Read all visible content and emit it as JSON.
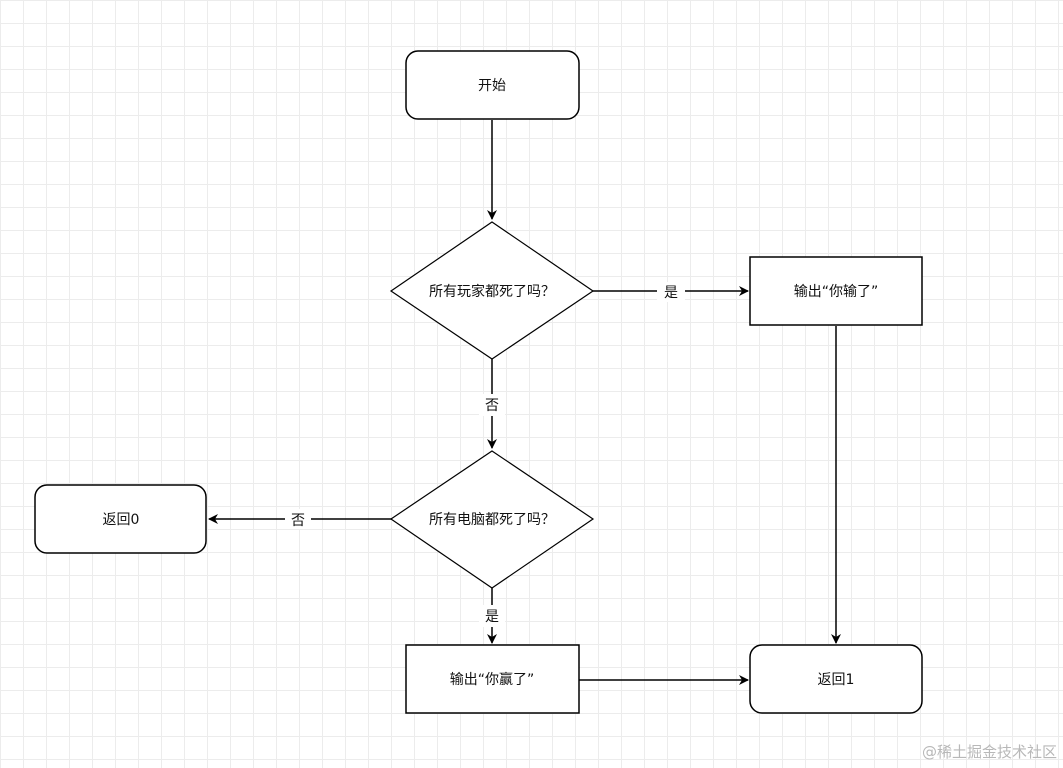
{
  "flowchart": {
    "nodes": {
      "start": "开始",
      "players_dead": "所有玩家都死了吗？",
      "computers_dead": "所有电脑都死了吗？",
      "output_lose": "输出“你输了”",
      "output_win": "输出“你赢了”",
      "return_0": "返回0",
      "return_1": "返回1"
    },
    "edges": {
      "yes_players": "是",
      "no_players": "否",
      "no_computers": "否",
      "yes_computers": "是"
    }
  },
  "watermark": "@稀土掘金技术社区",
  "colors": {
    "stroke": "#000000",
    "node_fill": "#ffffff",
    "grid": "#ececec",
    "watermark": "#b8b8b8"
  }
}
